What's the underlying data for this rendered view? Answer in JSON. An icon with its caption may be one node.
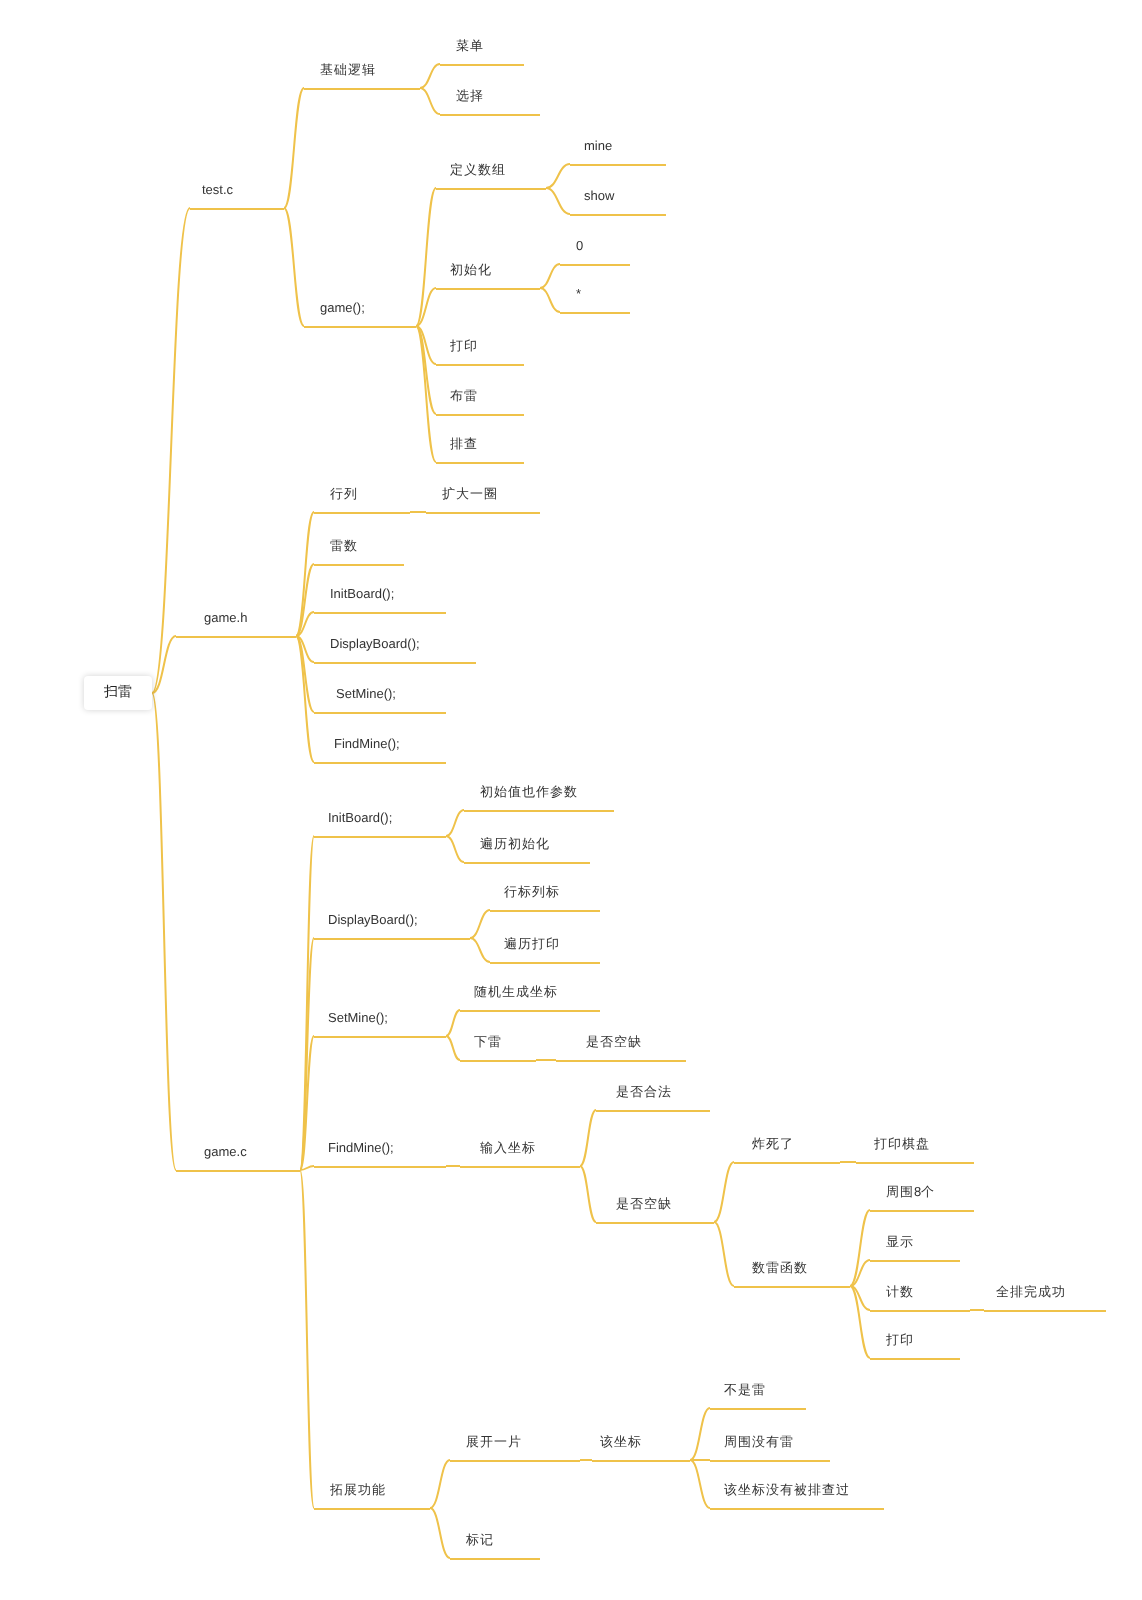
{
  "diagram": {
    "nodes": [
      {
        "text": [
          "扫雷"
        ]
      },
      {
        "text": [
          "test.c"
        ]
      },
      {
        "text": [
          "基础逻辑"
        ]
      },
      {
        "text": [
          "菜单"
        ]
      },
      {
        "text": [
          "选择"
        ]
      },
      {
        "text": [
          "game();"
        ]
      },
      {
        "text": [
          "定义数组"
        ]
      },
      {
        "text": [
          "mine"
        ]
      },
      {
        "text": [
          "show"
        ]
      },
      {
        "text": [
          "初始化"
        ]
      },
      {
        "text": [
          "0"
        ]
      },
      {
        "text": [
          "*"
        ]
      },
      {
        "text": [
          "打印"
        ]
      },
      {
        "text": [
          "布雷"
        ]
      },
      {
        "text": [
          "排查"
        ]
      },
      {
        "text": [
          "game.h"
        ]
      },
      {
        "text": [
          "行列"
        ]
      },
      {
        "text": [
          "扩大一圈"
        ]
      },
      {
        "text": [
          "雷数"
        ]
      },
      {
        "text": [
          "InitBoard();"
        ]
      },
      {
        "text": [
          "DisplayBoard();"
        ]
      },
      {
        "text": [
          "SetMine();"
        ]
      },
      {
        "text": [
          "FindMine();"
        ]
      },
      {
        "text": [
          "game.c"
        ]
      },
      {
        "text": [
          "InitBoard();"
        ]
      },
      {
        "text": [
          "初始值也作参数"
        ]
      },
      {
        "text": [
          "遍历初始化"
        ]
      },
      {
        "text": [
          "DisplayBoard();"
        ]
      },
      {
        "text": [
          "行标列标"
        ]
      },
      {
        "text": [
          "遍历打印"
        ]
      },
      {
        "text": [
          "SetMine();"
        ]
      },
      {
        "text": [
          "随机生成坐标"
        ]
      },
      {
        "text": [
          "下雷"
        ]
      },
      {
        "text": [
          "是否空缺"
        ]
      },
      {
        "text": [
          "FindMine();"
        ]
      },
      {
        "text": [
          "输入坐标"
        ]
      },
      {
        "text": [
          "是否合法"
        ]
      },
      {
        "text": [
          "是否空缺"
        ]
      },
      {
        "text": [
          "炸死了"
        ]
      },
      {
        "text": [
          "打印棋盘"
        ]
      },
      {
        "text": [
          "数雷函数"
        ]
      },
      {
        "text": [
          "周围8个"
        ]
      },
      {
        "text": [
          "显示"
        ]
      },
      {
        "text": [
          "计数"
        ]
      },
      {
        "text": [
          "全排完成功"
        ]
      },
      {
        "text": [
          "打印"
        ]
      },
      {
        "text": [
          "拓展功能"
        ]
      },
      {
        "text": [
          "展开一片"
        ]
      },
      {
        "text": [
          "该坐标"
        ]
      },
      {
        "text": [
          "不是雷"
        ]
      },
      {
        "text": [
          "周围没有雷"
        ]
      },
      {
        "text": [
          "该坐标没有被排查过"
        ]
      },
      {
        "text": [
          "标记"
        ]
      }
    ],
    "edges": [
      {
        "from": 0,
        "to": 1,
        "arrow": "none"
      },
      {
        "from": 1,
        "to": 2,
        "arrow": "none"
      },
      {
        "from": 2,
        "to": 3,
        "arrow": "none"
      },
      {
        "from": 2,
        "to": 4,
        "arrow": "none"
      },
      {
        "from": 1,
        "to": 5,
        "arrow": "none"
      },
      {
        "from": 5,
        "to": 6,
        "arrow": "none"
      },
      {
        "from": 6,
        "to": 7,
        "arrow": "none"
      },
      {
        "from": 6,
        "to": 8,
        "arrow": "none"
      },
      {
        "from": 5,
        "to": 9,
        "arrow": "none"
      },
      {
        "from": 9,
        "to": 10,
        "arrow": "none"
      },
      {
        "from": 9,
        "to": 11,
        "arrow": "none"
      },
      {
        "from": 5,
        "to": 12,
        "arrow": "none"
      },
      {
        "from": 5,
        "to": 13,
        "arrow": "none"
      },
      {
        "from": 5,
        "to": 14,
        "arrow": "none"
      },
      {
        "from": 0,
        "to": 15,
        "arrow": "none"
      },
      {
        "from": 15,
        "to": 16,
        "arrow": "none"
      },
      {
        "from": 16,
        "to": 17,
        "arrow": "none"
      },
      {
        "from": 15,
        "to": 18,
        "arrow": "none"
      },
      {
        "from": 15,
        "to": 19,
        "arrow": "none"
      },
      {
        "from": 15,
        "to": 20,
        "arrow": "none"
      },
      {
        "from": 15,
        "to": 21,
        "arrow": "none"
      },
      {
        "from": 15,
        "to": 22,
        "arrow": "none"
      },
      {
        "from": 0,
        "to": 23,
        "arrow": "none"
      },
      {
        "from": 23,
        "to": 24,
        "arrow": "none"
      },
      {
        "from": 24,
        "to": 25,
        "arrow": "none"
      },
      {
        "from": 24,
        "to": 26,
        "arrow": "none"
      },
      {
        "from": 23,
        "to": 27,
        "arrow": "none"
      },
      {
        "from": 27,
        "to": 28,
        "arrow": "none"
      },
      {
        "from": 27,
        "to": 29,
        "arrow": "none"
      },
      {
        "from": 23,
        "to": 30,
        "arrow": "none"
      },
      {
        "from": 30,
        "to": 31,
        "arrow": "none"
      },
      {
        "from": 30,
        "to": 32,
        "arrow": "none"
      },
      {
        "from": 32,
        "to": 33,
        "arrow": "none"
      },
      {
        "from": 23,
        "to": 34,
        "arrow": "none"
      },
      {
        "from": 34,
        "to": 35,
        "arrow": "none"
      },
      {
        "from": 35,
        "to": 36,
        "arrow": "none"
      },
      {
        "from": 35,
        "to": 37,
        "arrow": "none"
      },
      {
        "from": 37,
        "to": 38,
        "arrow": "none"
      },
      {
        "from": 38,
        "to": 39,
        "arrow": "none"
      },
      {
        "from": 37,
        "to": 40,
        "arrow": "none"
      },
      {
        "from": 40,
        "to": 41,
        "arrow": "none"
      },
      {
        "from": 40,
        "to": 42,
        "arrow": "none"
      },
      {
        "from": 40,
        "to": 43,
        "arrow": "none"
      },
      {
        "from": 43,
        "to": 44,
        "arrow": "none"
      },
      {
        "from": 40,
        "to": 45,
        "arrow": "none"
      },
      {
        "from": 23,
        "to": 46,
        "arrow": "none"
      },
      {
        "from": 46,
        "to": 47,
        "arrow": "none"
      },
      {
        "from": 47,
        "to": 48,
        "arrow": "none"
      },
      {
        "from": 48,
        "to": 49,
        "arrow": "none"
      },
      {
        "from": 48,
        "to": 50,
        "arrow": "none"
      },
      {
        "from": 48,
        "to": 51,
        "arrow": "none"
      },
      {
        "from": 46,
        "to": 52,
        "arrow": "none"
      }
    ]
  }
}
